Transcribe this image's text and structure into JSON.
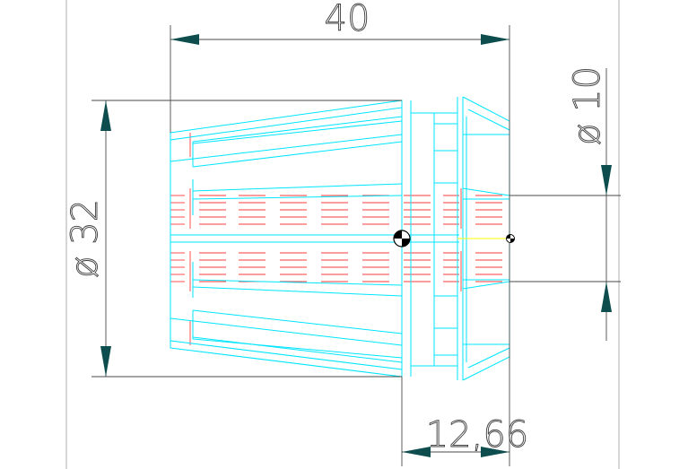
{
  "dimensions": {
    "overall_length": "40",
    "outer_diameter": "ø 32",
    "bore_diameter": "ø 10",
    "front_offset": "12,66"
  },
  "colors": {
    "outline": "#00e5ff",
    "hidden_lines": "#ff3b3b",
    "dimension": "#4a4a4a",
    "arrow": "#0d4d4d",
    "centerline": "#ffff00"
  },
  "icons": {
    "center_mark": "center-of-mass-icon"
  }
}
